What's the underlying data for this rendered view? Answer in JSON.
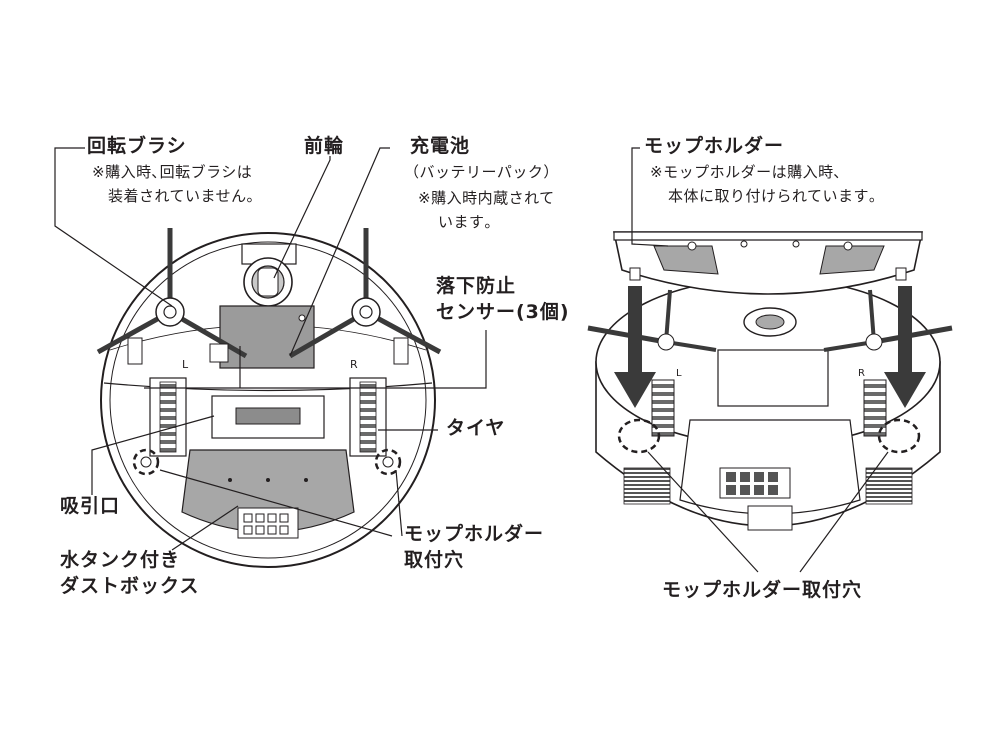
{
  "left_diagram": {
    "callouts": {
      "side_brush_title": "回転ブラシ",
      "side_brush_note_1": "※購入時､回転ブラシは",
      "side_brush_note_2": "装着されていません｡",
      "front_wheel_title": "前輪",
      "battery_title": "充電池",
      "battery_sub": "（バッテリーパック）",
      "battery_note_1": "※購入時内蔵されて",
      "battery_note_2": "います｡",
      "cliff_sensor_title_1": "落下防止",
      "cliff_sensor_title_2": "センサー(3個)",
      "tire_title": "タイヤ",
      "suction_title": "吸引口",
      "mop_hole_title_1": "モップホルダー",
      "mop_hole_title_2": "取付穴",
      "dustbox_title_1": "水タンク付き",
      "dustbox_title_2": "ダストボックス"
    },
    "wheel_marks": {
      "left": "L",
      "right": "R"
    }
  },
  "right_diagram": {
    "callouts": {
      "mop_holder_title": "モップホルダー",
      "mop_holder_note_1": "※モップホルダーは購入時､",
      "mop_holder_note_2": "本体に取り付けられています｡",
      "mop_hole_title": "モップホルダー取付穴"
    },
    "wheel_marks": {
      "left": "L",
      "right": "R"
    }
  }
}
